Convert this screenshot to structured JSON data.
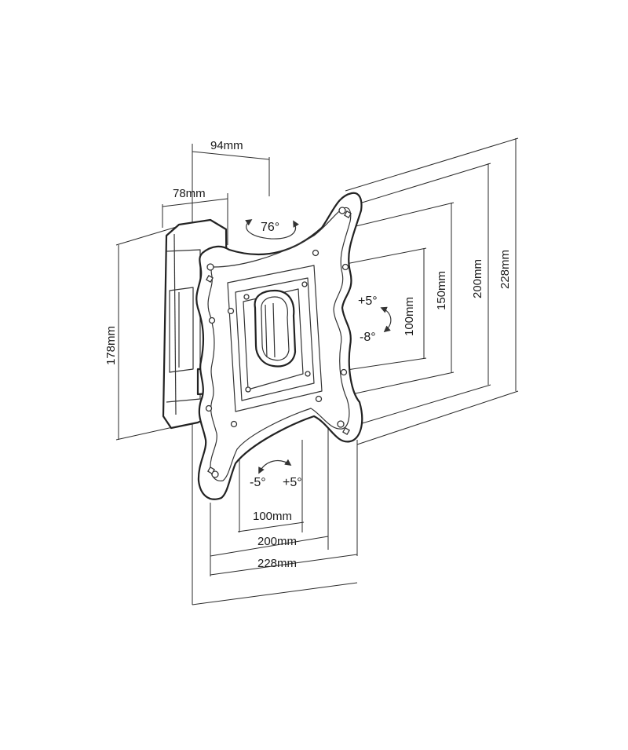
{
  "dimensions": {
    "top_94": "94mm",
    "top_78": "78mm",
    "left_178": "178mm",
    "right_100": "100mm",
    "right_150": "150mm",
    "right_200": "200mm",
    "right_228": "228mm",
    "bottom_100": "100mm",
    "bottom_200": "200mm",
    "bottom_228": "228mm"
  },
  "angles": {
    "swivel": "76°",
    "tilt_up": "+5°",
    "tilt_down": "-8°",
    "rotate_left": "-5°",
    "rotate_right": "+5°"
  }
}
